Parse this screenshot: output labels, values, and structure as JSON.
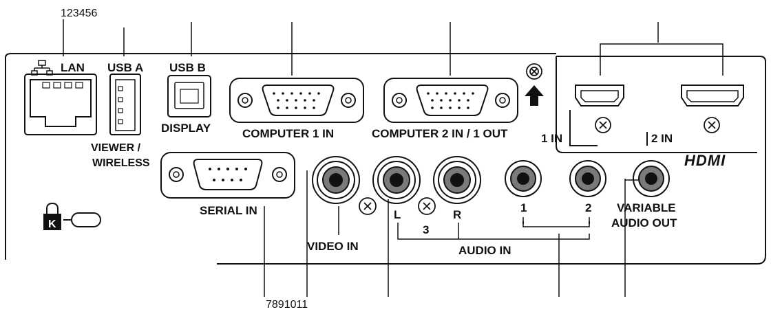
{
  "callouts": {
    "top": "123456",
    "bottom": "7891011"
  },
  "labels": {
    "lan": "LAN",
    "usb_a": "USB A",
    "usb_b": "USB B",
    "display": "DISPLAY",
    "viewer": "VIEWER /",
    "wireless": "WIRELESS",
    "computer1_in": "COMPUTER 1 IN",
    "computer2_in_out": "COMPUTER 2 IN / 1 OUT",
    "hdmi_1_in": "1 IN",
    "hdmi_2_in": "2 IN",
    "hdmi_logo": "HDMI",
    "serial_in": "SERIAL IN",
    "video_in": "VIDEO IN",
    "audio_l": "L",
    "audio_r": "R",
    "audio_3": "3",
    "audio_in": "AUDIO IN",
    "audio_1": "1",
    "audio_2": "2",
    "variable": "VARIABLE",
    "audio_out": "AUDIO OUT"
  },
  "colors": {
    "line": "#111111",
    "rca_inner": "#7a7a7a",
    "background": "#ffffff"
  }
}
